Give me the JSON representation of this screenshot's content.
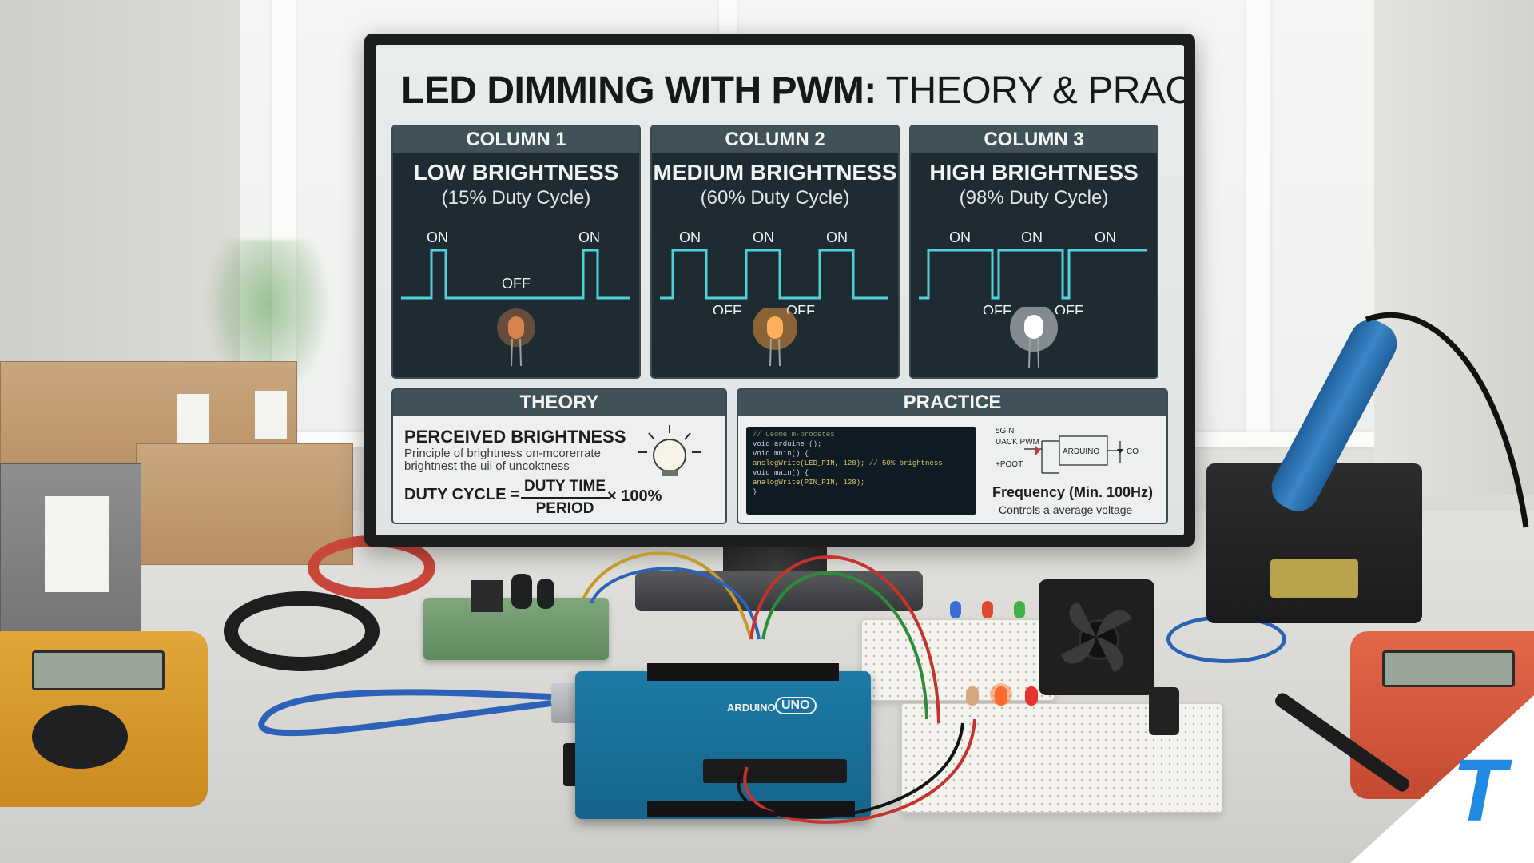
{
  "screen": {
    "title_bold": "LED DIMMING WITH PWM:",
    "title_rest": " THEORY & PRACTICE",
    "columns": [
      {
        "header": "COLUMN 1",
        "name": "LOW BRIGHTNESS",
        "duty": "(15% Duty Cycle)",
        "duty_fraction": 0.15,
        "on_labels": [
          "ON",
          "ON"
        ],
        "off_labels": [
          "OFF"
        ],
        "led_color": "#e8894a"
      },
      {
        "header": "COLUMN 2",
        "name": "MEDIUM BRIGHTNESS",
        "duty": "(60% Duty Cycle)",
        "duty_fraction": 0.6,
        "on_labels": [
          "ON",
          "ON",
          "ON"
        ],
        "off_labels": [
          "OFF",
          "OFF"
        ],
        "led_color": "#f59b3a"
      },
      {
        "header": "COLUMN 3",
        "name": "HIGH BRIGHTNESS",
        "duty": "(98% Duty Cycle)",
        "duty_fraction": 0.98,
        "on_labels": [
          "ON",
          "ON",
          "ON"
        ],
        "off_labels": [
          "OFF",
          "OFF"
        ],
        "led_color": "#ffffff"
      }
    ],
    "theory": {
      "header": "THEORY",
      "title": "PERCEIVED BRIGHTNESS",
      "desc_line1": "Principle of brightness on-mcorerrate",
      "desc_line2": "brightnest the uii of uncoktness",
      "formula_lhs": "DUTY CYCLE =",
      "numerator": "DUTY TIME",
      "denominator": "PERIOD",
      "multiplier": "× 100%"
    },
    "practice": {
      "header": "PRACTICE",
      "code": [
        "// Ceome m-procetes",
        "void arduine ();",
        "void mnin() {",
        "  anslegWrite(LED_PIN, 128); // 50% brightness",
        "void main() {",
        "  analogWrite(PIN_PIN, 128);",
        "}"
      ],
      "schematic": {
        "label_top": "5G N",
        "label_back": "UACK PWM",
        "label_pot": "+POOT",
        "chip": "ARDUINO",
        "label_right": "CO"
      },
      "frequency": "Frequency (Min. 100Hz)",
      "frequency_sub": "Controls a average voltage"
    }
  },
  "desk": {
    "board_logo": "ARDUINO",
    "board_model": "UNO"
  },
  "brand": {
    "letter": "T",
    "color": "#1f8ae0"
  },
  "colors": {
    "screen_panel": "#1f2b33",
    "panel_header": "#415158",
    "wave": "#4fd1d9"
  }
}
